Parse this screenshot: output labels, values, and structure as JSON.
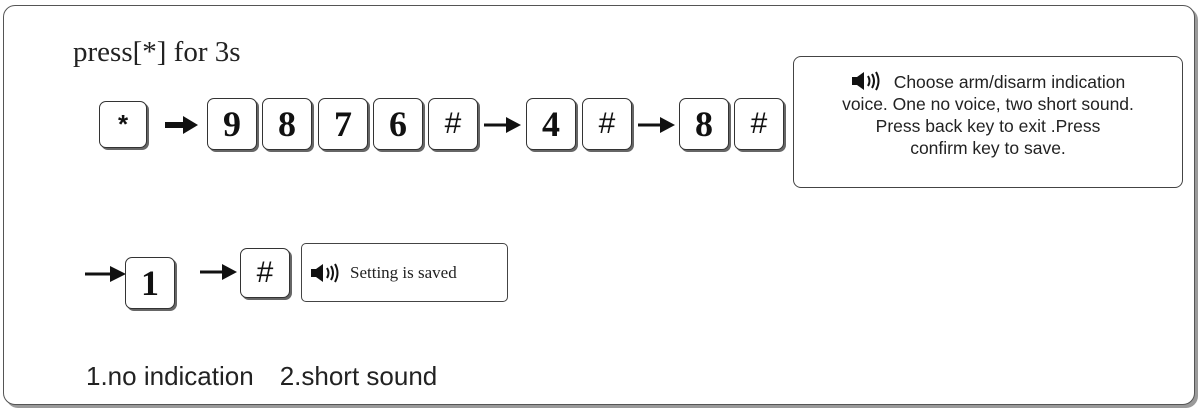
{
  "title": "press[*] for 3s",
  "sequence_row1": {
    "star_key": "*",
    "code_keys": [
      "9",
      "8",
      "7",
      "6"
    ],
    "confirm_key_1": "#",
    "menu_key": "4",
    "confirm_key_2": "#",
    "sub_key": "8",
    "confirm_key_3": "#"
  },
  "info_box": {
    "lines": [
      "Choose  arm/disarm indication",
      "voice. One no voice, two short sound.",
      "Press back key  to exit .Press",
      "confirm key  to save."
    ]
  },
  "sequence_row2": {
    "option_key": "1",
    "confirm_key": "#",
    "saved_message": "Setting is saved"
  },
  "options": [
    "1.no indication",
    "2.short sound"
  ],
  "icons": {
    "arrow": "arrow-right-icon",
    "speaker": "speaker-icon"
  }
}
